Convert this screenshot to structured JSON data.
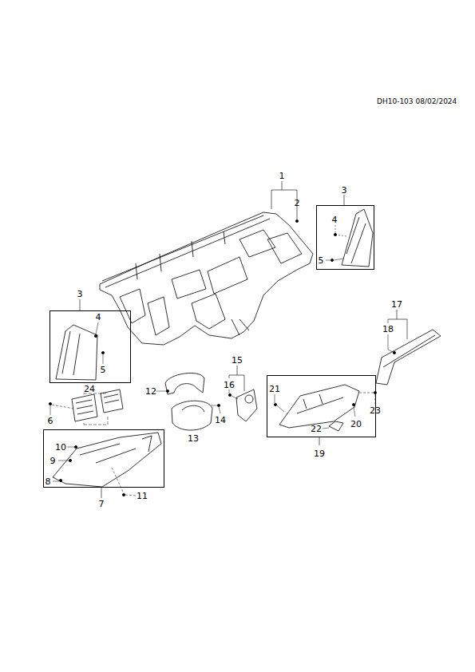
{
  "diagram": {
    "nodes": [
      {
        "text": [
          "3"
        ]
      },
      {
        "text": [
          "3"
        ]
      },
      {
        "text": [
          "7"
        ]
      },
      {
        "text": [
          "19"
        ]
      }
    ],
    "labels": [
      "DH10-103 08/02/2024",
      "1",
      "2",
      "4",
      "5",
      "4",
      "5",
      "17",
      "18",
      "24",
      "6",
      "12",
      "15",
      "16",
      "14",
      "13",
      "21",
      "20",
      "22",
      "23",
      "10",
      "9",
      "8",
      "11"
    ]
  }
}
